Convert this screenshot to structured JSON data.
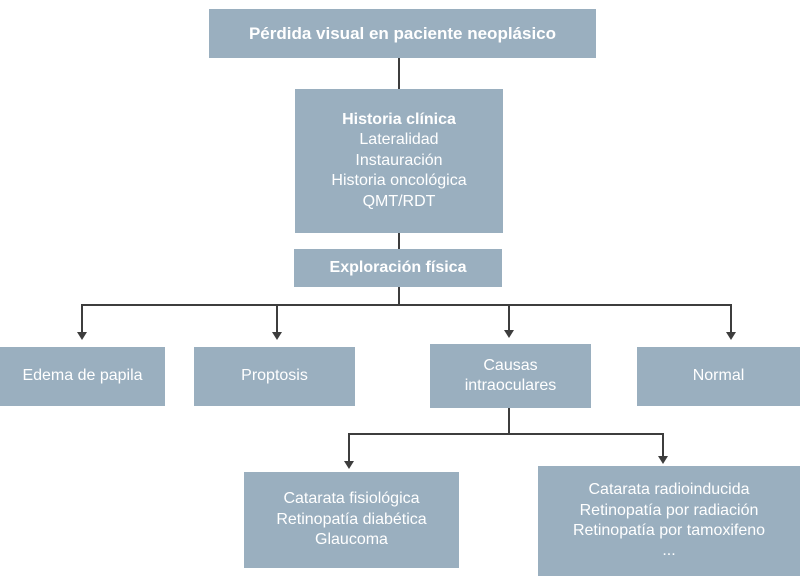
{
  "diagram": {
    "title": "Pérdida visual en paciente neoplásico",
    "theme": {
      "box_fill": "#9aafbf",
      "box_text": "#ffffff",
      "connector": "#3d3d3d",
      "background": "#ffffff"
    },
    "nodes": {
      "title": {
        "lines": [
          "Pérdida visual en paciente neoplásico"
        ]
      },
      "history": {
        "heading": "Historia clínica",
        "lines": [
          "Lateralidad",
          "Instauración",
          "Historia oncológica",
          "QMT/RDT"
        ]
      },
      "exam": {
        "lines": [
          "Exploración física"
        ]
      },
      "edema": {
        "lines": [
          "Edema de papila"
        ]
      },
      "proptosis": {
        "lines": [
          "Proptosis"
        ]
      },
      "intraocular": {
        "lines": [
          "Causas",
          "intraoculares"
        ]
      },
      "normal": {
        "lines": [
          "Normal"
        ]
      },
      "physiologic": {
        "lines": [
          "Catarata fisiológica",
          "Retinopatía diabética",
          "Glaucoma"
        ]
      },
      "radioinduced": {
        "lines": [
          "Catarata radioinducida",
          "Retinopatía por radiación",
          "Retinopatía por tamoxifeno",
          "..."
        ]
      }
    }
  }
}
